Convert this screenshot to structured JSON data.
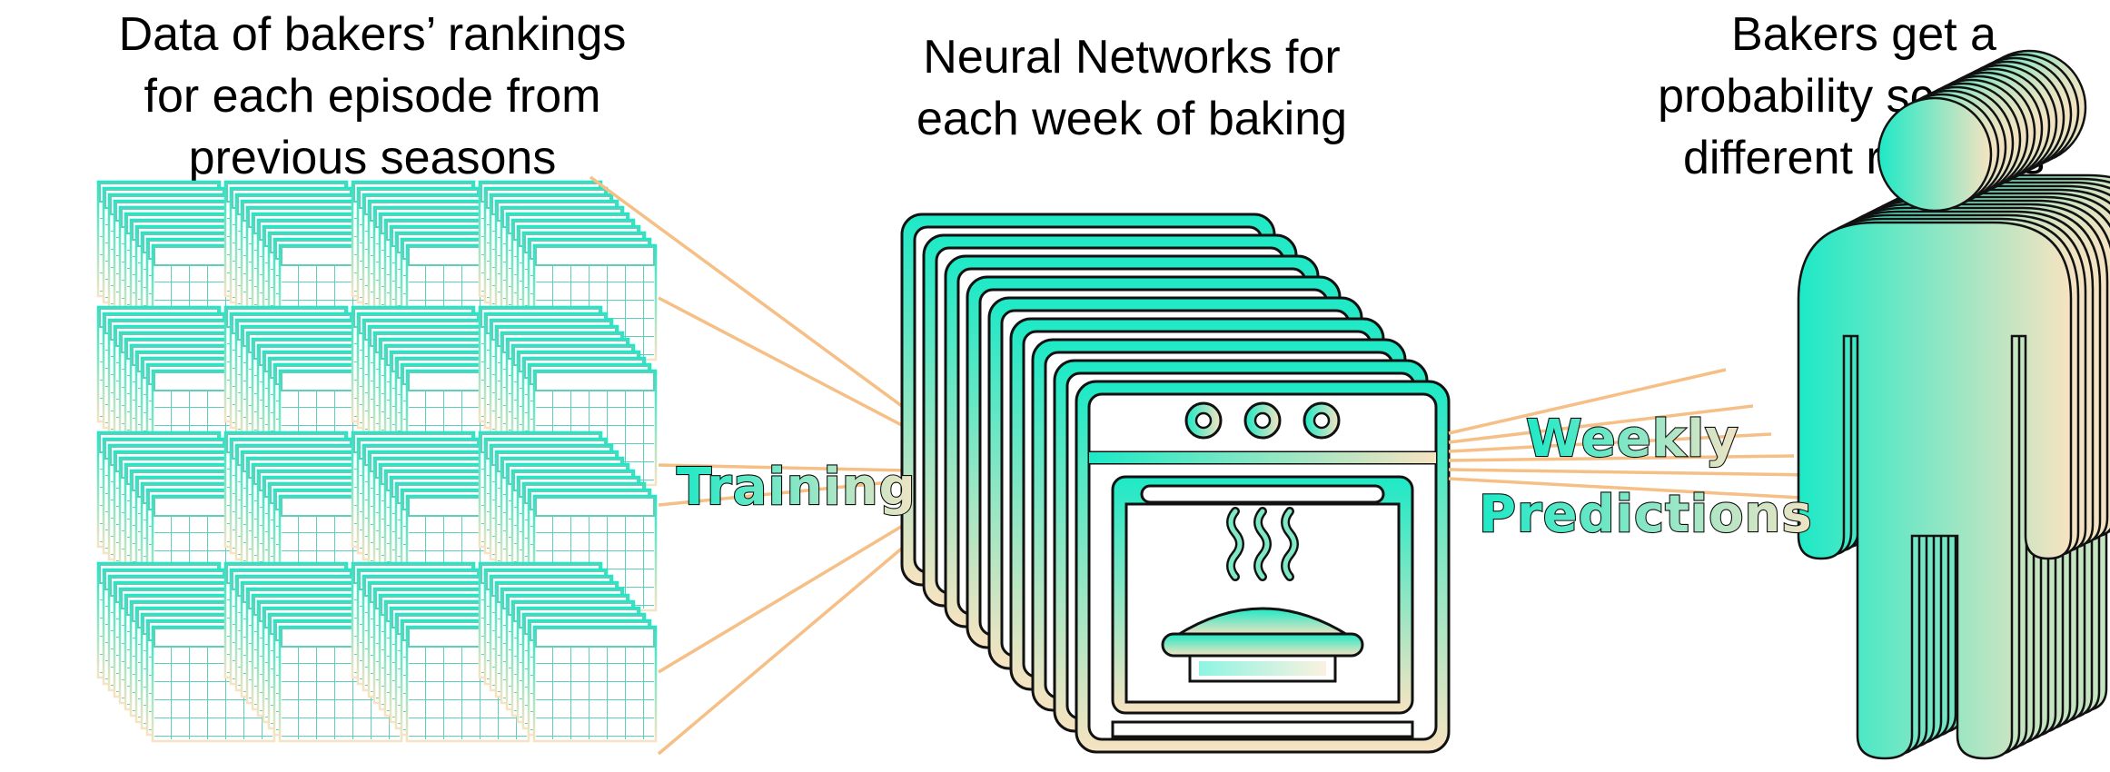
{
  "captions": {
    "data": [
      "Data of bakers’ rankings",
      "for each episode from",
      "previous seasons"
    ],
    "networks": [
      "Neural Networks for",
      "each week of baking"
    ],
    "bakers": [
      "Bakers get a",
      "probability score for",
      "different rankings"
    ]
  },
  "labels": {
    "training": "Training",
    "weekly": "Weekly",
    "predictions": "Predictions"
  },
  "colors": {
    "teal": "#1de9c6",
    "cream": "#f7e3c1",
    "arrow": "#f6bf86",
    "outline": "#111111"
  },
  "icons": {
    "data": "spreadsheet-stack-icon",
    "networks": "oven-stack-icon",
    "bakers": "person-stack-icon"
  }
}
